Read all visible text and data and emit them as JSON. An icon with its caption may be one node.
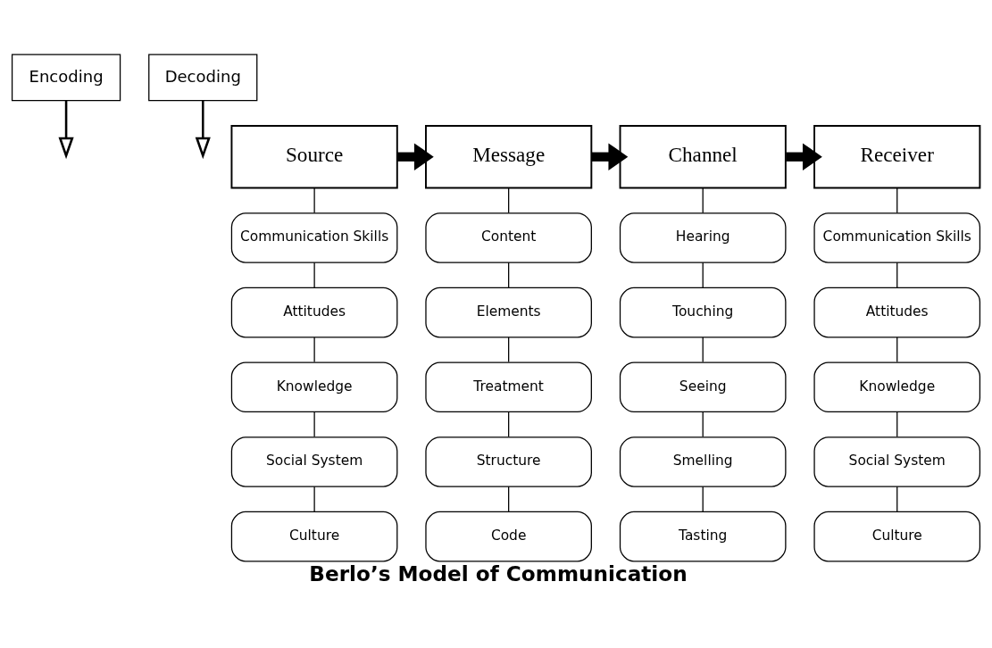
{
  "diagram": {
    "caption": "Berlo’s Model of Communication",
    "nodes": [
      {
        "text": [
          "Encoding"
        ]
      },
      {
        "text": [
          "Decoding"
        ]
      },
      {
        "text": [
          "Source"
        ]
      },
      {
        "text": [
          "Message"
        ]
      },
      {
        "text": [
          "Channel"
        ]
      },
      {
        "text": [
          "Receiver"
        ]
      },
      {
        "text": [
          "Communication Skills"
        ]
      },
      {
        "text": [
          "Attitudes"
        ]
      },
      {
        "text": [
          "Knowledge"
        ]
      },
      {
        "text": [
          "Social System"
        ]
      },
      {
        "text": [
          "Culture"
        ]
      },
      {
        "text": [
          "Content"
        ]
      },
      {
        "text": [
          "Elements"
        ]
      },
      {
        "text": [
          "Treatment"
        ]
      },
      {
        "text": [
          "Structure"
        ]
      },
      {
        "text": [
          "Code"
        ]
      },
      {
        "text": [
          "Hearing"
        ]
      },
      {
        "text": [
          "Touching"
        ]
      },
      {
        "text": [
          "Seeing"
        ]
      },
      {
        "text": [
          "Smelling"
        ]
      },
      {
        "text": [
          "Tasting"
        ]
      },
      {
        "text": [
          "Communication Skills"
        ]
      },
      {
        "text": [
          "Attitudes"
        ]
      },
      {
        "text": [
          "Knowledge"
        ]
      },
      {
        "text": [
          "Social System"
        ]
      },
      {
        "text": [
          "Culture"
        ]
      }
    ],
    "edges": [
      {
        "from": 0,
        "to": null,
        "arrow": "to"
      },
      {
        "from": 1,
        "to": null,
        "arrow": "to"
      },
      {
        "from": 2,
        "to": 3,
        "arrow": "to",
        "style": "thick"
      },
      {
        "from": 3,
        "to": 4,
        "arrow": "to",
        "style": "thick"
      },
      {
        "from": 4,
        "to": 5,
        "arrow": "to",
        "style": "thick"
      },
      {
        "from": 2,
        "to": 6,
        "arrow": "none"
      },
      {
        "from": 6,
        "to": 7,
        "arrow": "none"
      },
      {
        "from": 7,
        "to": 8,
        "arrow": "none"
      },
      {
        "from": 8,
        "to": 9,
        "arrow": "none"
      },
      {
        "from": 9,
        "to": 10,
        "arrow": "none"
      },
      {
        "from": 3,
        "to": 11,
        "arrow": "none"
      },
      {
        "from": 11,
        "to": 12,
        "arrow": "none"
      },
      {
        "from": 12,
        "to": 13,
        "arrow": "none"
      },
      {
        "from": 13,
        "to": 14,
        "arrow": "none"
      },
      {
        "from": 14,
        "to": 15,
        "arrow": "none"
      },
      {
        "from": 4,
        "to": 16,
        "arrow": "none"
      },
      {
        "from": 16,
        "to": 17,
        "arrow": "none"
      },
      {
        "from": 17,
        "to": 18,
        "arrow": "none"
      },
      {
        "from": 18,
        "to": 19,
        "arrow": "none"
      },
      {
        "from": 19,
        "to": 20,
        "arrow": "none"
      },
      {
        "from": 5,
        "to": 21,
        "arrow": "none"
      },
      {
        "from": 21,
        "to": 22,
        "arrow": "none"
      },
      {
        "from": 22,
        "to": 23,
        "arrow": "none"
      },
      {
        "from": 23,
        "to": 24,
        "arrow": "none"
      },
      {
        "from": 24,
        "to": 25,
        "arrow": "none"
      }
    ]
  }
}
